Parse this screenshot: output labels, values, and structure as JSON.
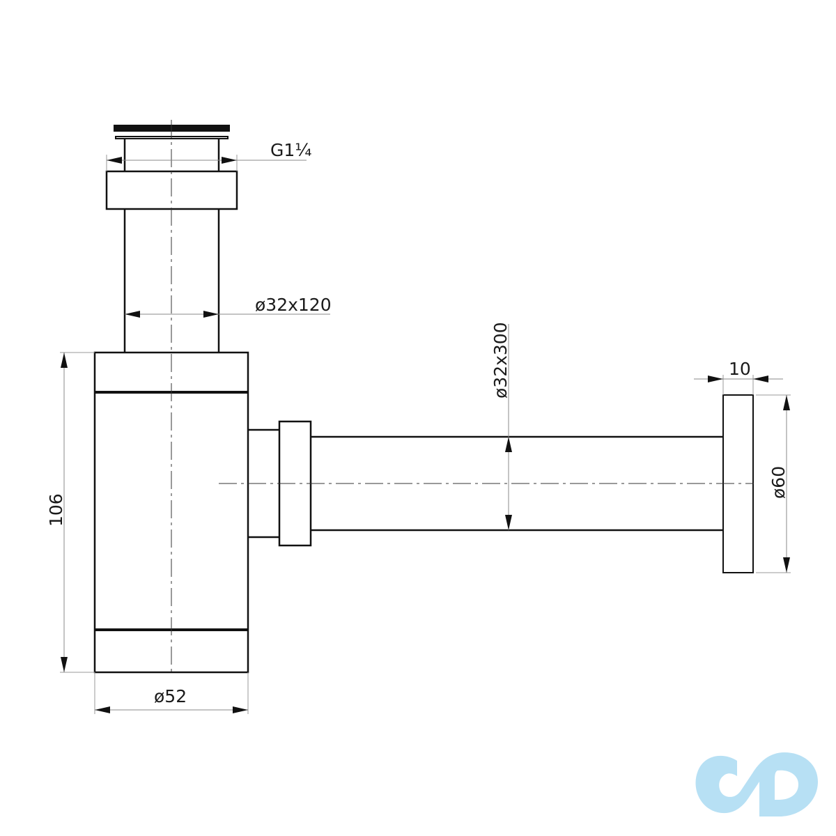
{
  "drawing": {
    "subject": "bottle siphon technical drawing",
    "units": "mm"
  },
  "dimensions": {
    "thread": "G1¼",
    "inlet_pipe": "ø32x120",
    "outlet_pipe": "ø32x300",
    "flange_thickness": "10",
    "flange_diameter": "ø60",
    "body_height": "106",
    "body_diameter": "ø52"
  },
  "colors": {
    "line": "#111111",
    "dimension_line": "#888888",
    "logo": "#b7e0f4",
    "background": "#ffffff"
  },
  "logo": {
    "icon": "infinity-cd-logo-icon"
  }
}
